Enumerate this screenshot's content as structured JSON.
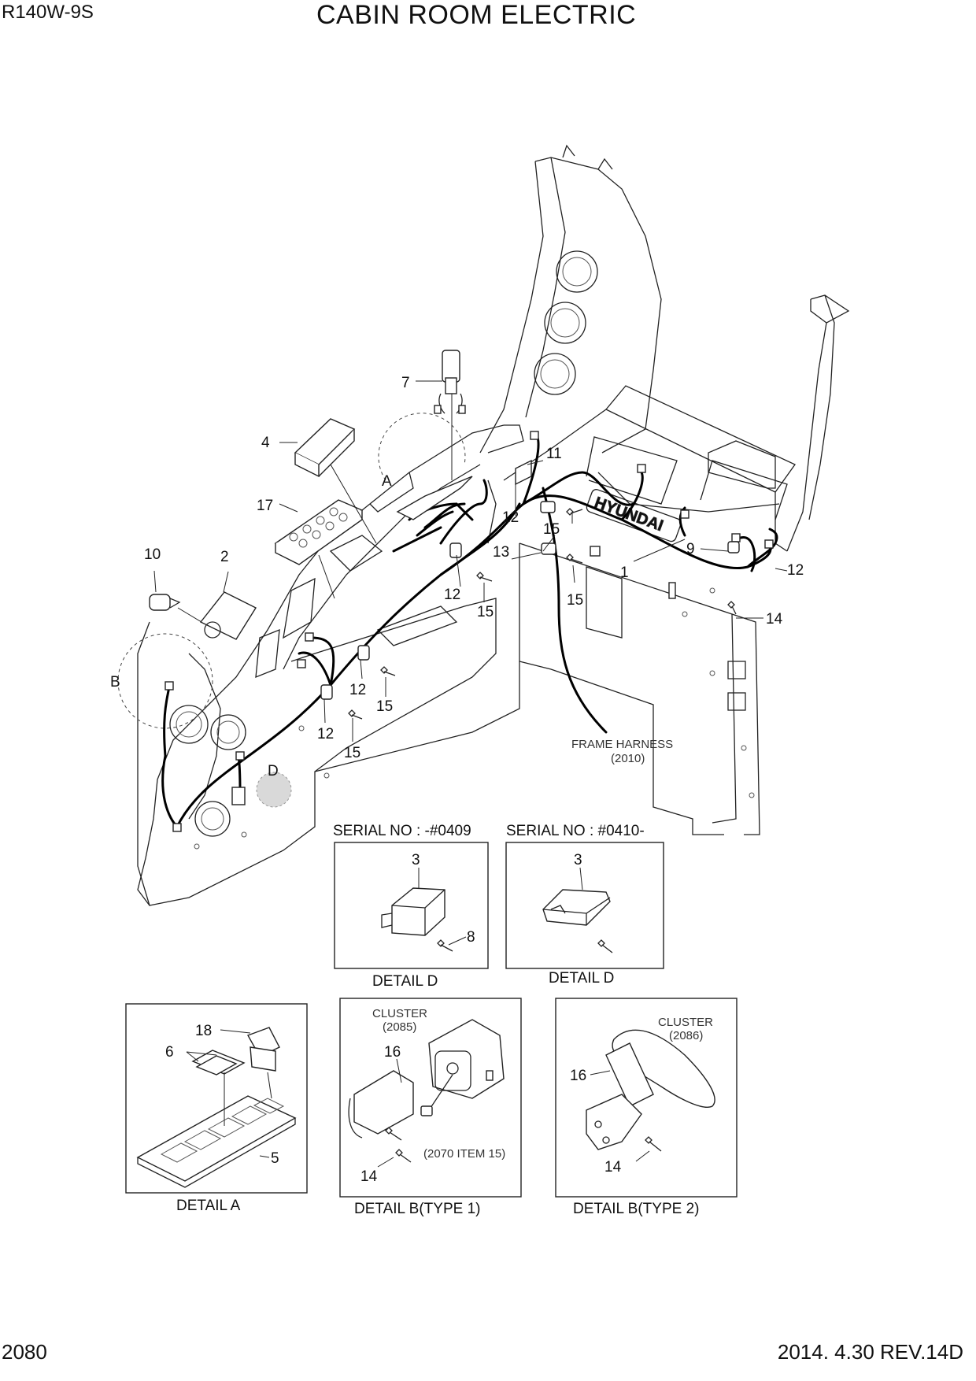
{
  "header": {
    "model": "R140W-9S",
    "title": "CABIN ROOM ELECTRIC"
  },
  "footer": {
    "page_number": "2080",
    "revision": "2014. 4.30  REV.14D"
  },
  "callouts": {
    "c1": "1",
    "c2": "2",
    "c4": "4",
    "c7": "7",
    "c9": "9",
    "c10": "10",
    "c11": "11",
    "c12a": "12",
    "c12b": "12",
    "c12c": "12",
    "c12d": "12",
    "c12e": "12",
    "c13": "13",
    "c14": "14",
    "c15a": "15",
    "c15b": "15",
    "c15c": "15",
    "c15d": "15",
    "c15e": "15",
    "c17": "17",
    "detA_letter": "A",
    "detB_letter": "B",
    "detD_letter": "D"
  },
  "main_notes": {
    "frame_harness": "FRAME HARNESS",
    "frame_harness_ref": "(2010)"
  },
  "details": {
    "d1": {
      "serial": "SERIAL NO : -#0409",
      "label": "DETAIL D",
      "c3": "3",
      "c8": "8"
    },
    "d2": {
      "serial": "SERIAL NO : #0410-",
      "label": "DETAIL D",
      "c3": "3"
    },
    "a": {
      "label": "DETAIL  A",
      "c18": "18",
      "c6": "6",
      "c5": "5"
    },
    "b1": {
      "label": "DETAIL  B(TYPE 1)",
      "cluster": "CLUSTER",
      "cluster_ref": "(2085)",
      "c16": "16",
      "c14": "14",
      "item_ref": "(2070 ITEM 15)"
    },
    "b2": {
      "label": "DETAIL  B(TYPE 2)",
      "cluster": "CLUSTER",
      "cluster_ref": "(2086)",
      "c16": "16",
      "c14": "14"
    }
  },
  "logo_text": "HYUNDAI"
}
